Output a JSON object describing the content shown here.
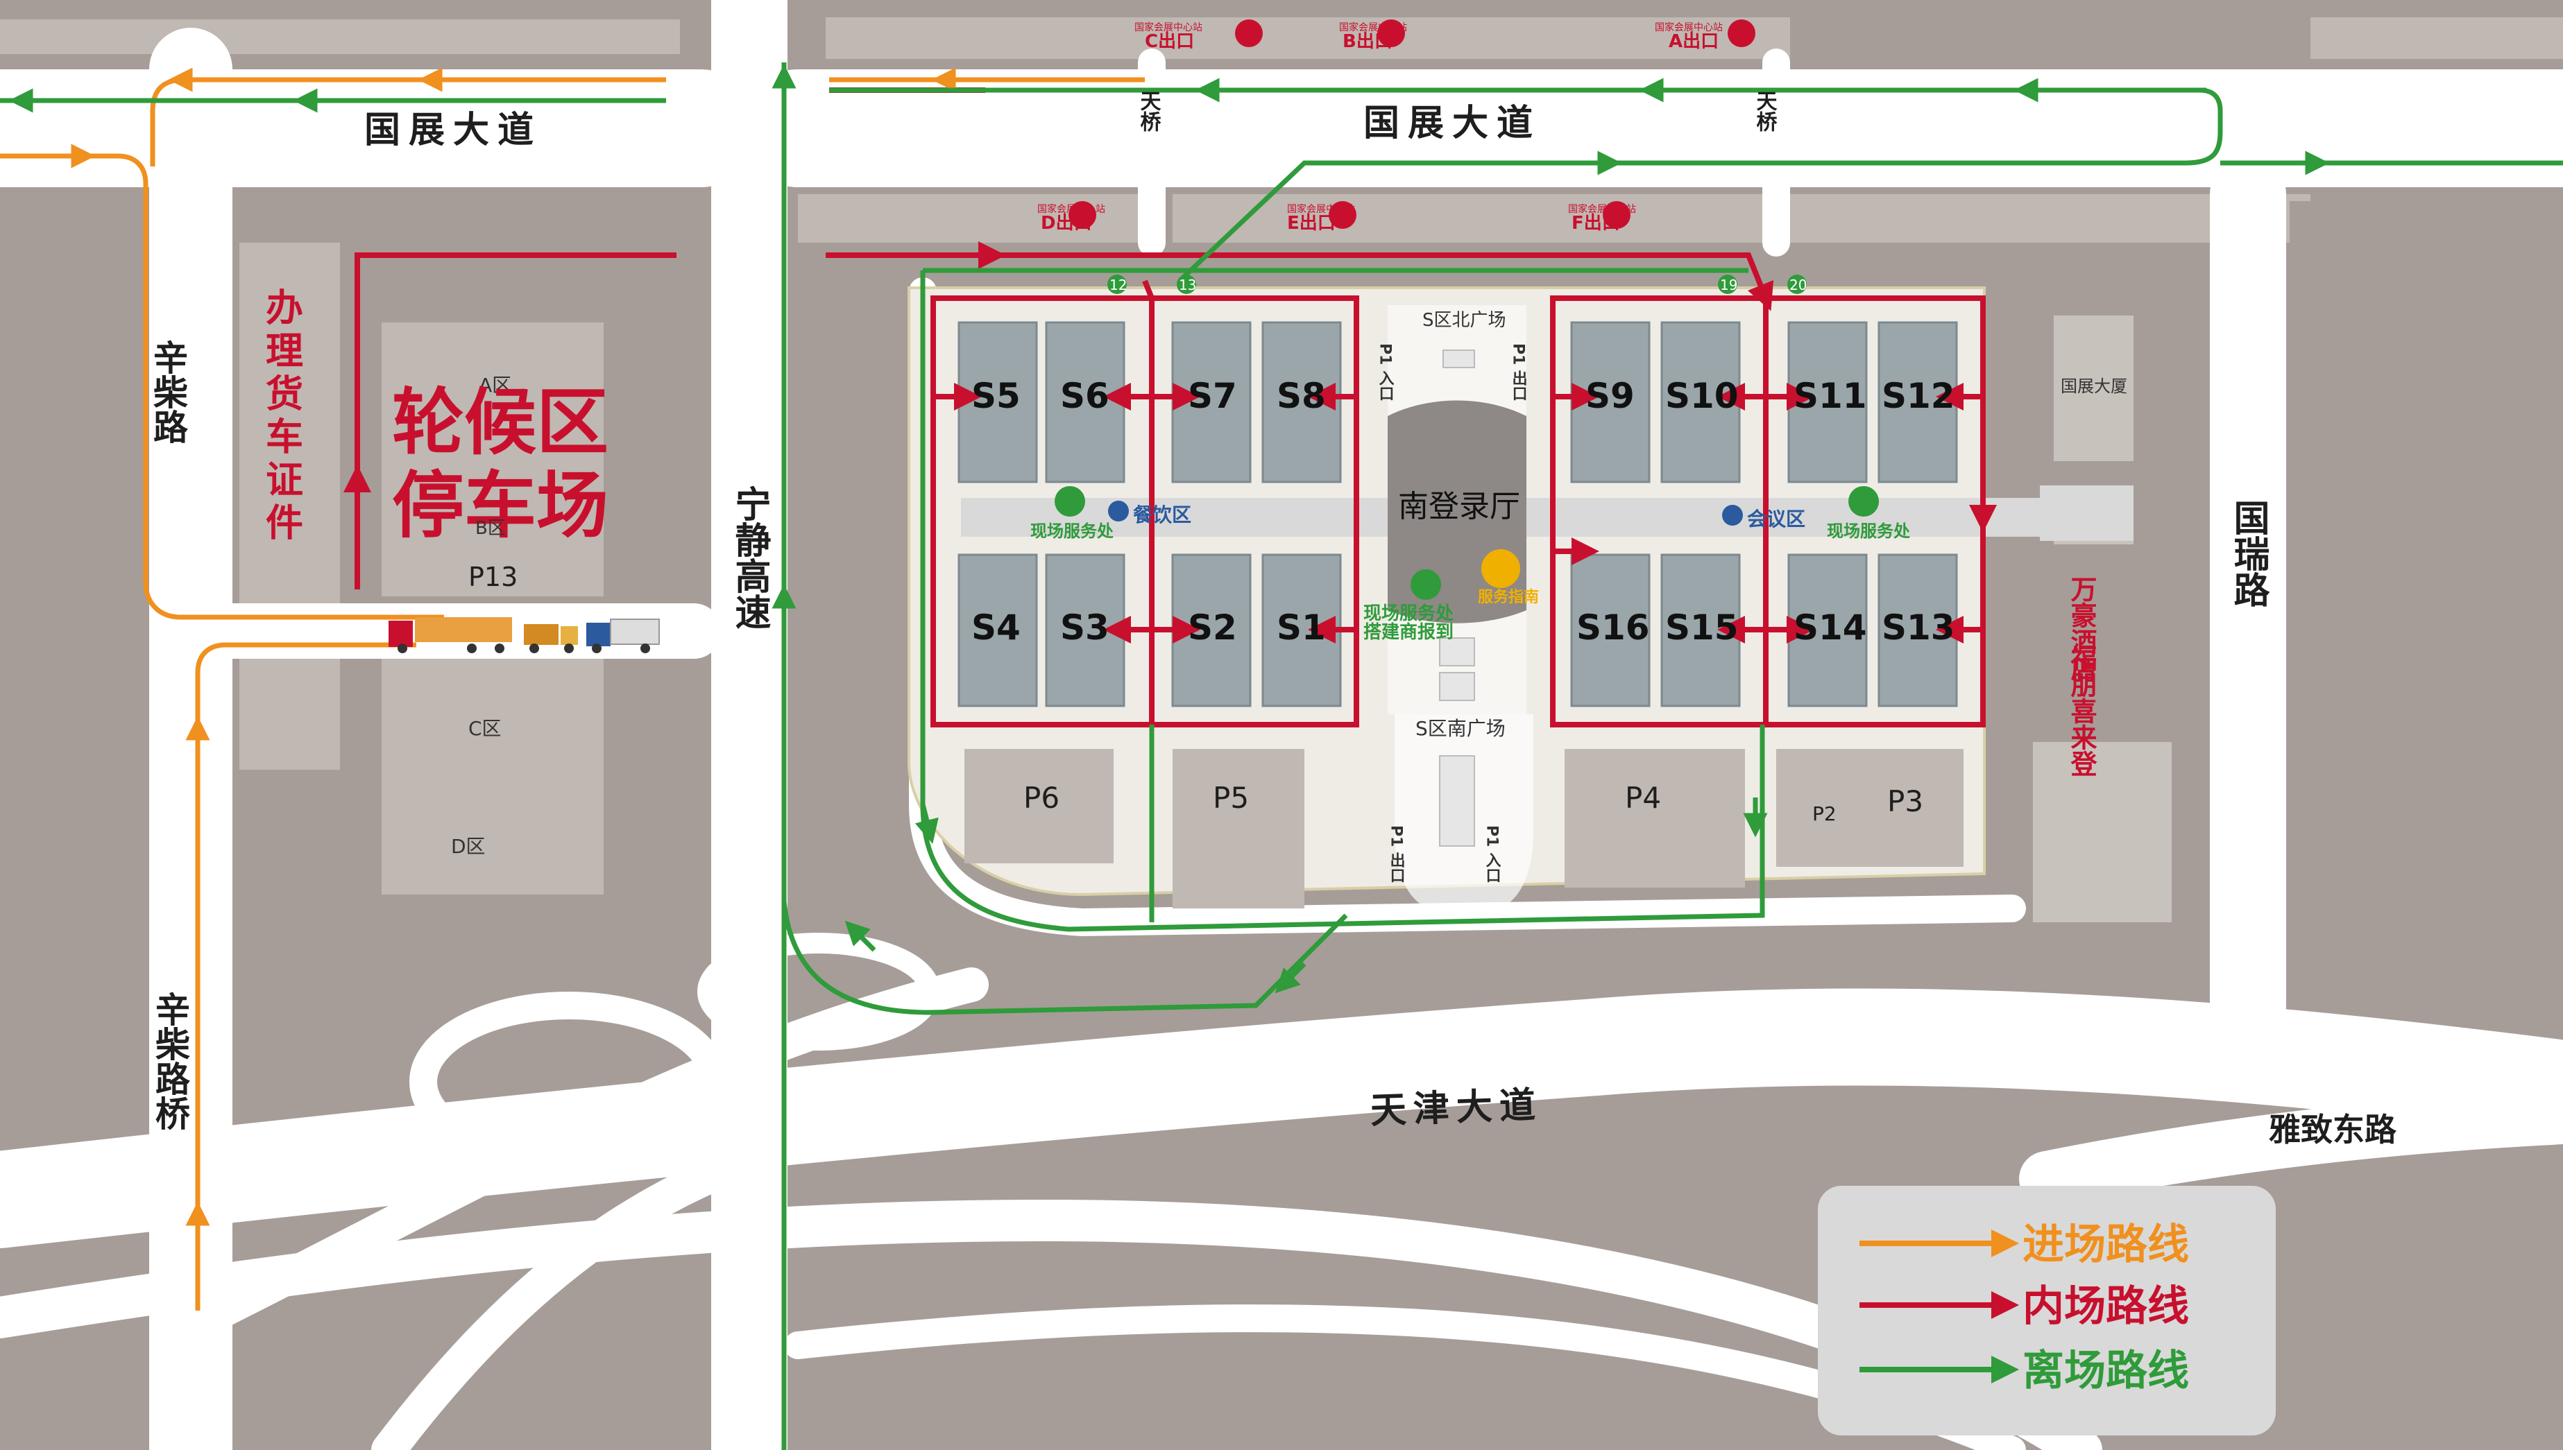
{
  "colors": {
    "ground": "#a69d98",
    "road": "#ffffff",
    "block": "#c0b8b2",
    "hall": "#9aa6aa",
    "hallStroke": "#7c8a90",
    "entry": "#f0901e",
    "inner": "#c8102e",
    "exit": "#2f9b3a",
    "title": "#c8102e",
    "metro": "#c8102e",
    "dark": "#1e1e1e"
  },
  "roads": {
    "guozhan_west": "国展大道",
    "guozhan_east": "国展大道",
    "xinchai_road": "辛柴路",
    "xinchai_bridge": "辛柴路桥",
    "ningjing": "宁静高速",
    "guorui": "国瑞路",
    "tianjin_avenue": "天津大道",
    "yazhi_east": "雅致东路",
    "tianqiao_left": "天桥",
    "tianqiao_right": "天桥"
  },
  "metro_exits": {
    "c": "C出口",
    "b": "B出口",
    "a": "A出口",
    "d": "D出口",
    "e": "E出口",
    "f": "F出口",
    "caption": "国家会展中心站"
  },
  "west_lot": {
    "permit_vertical": "办理货车证件",
    "title_line1": "轮候区",
    "title_line2": "停车场",
    "zone_a": "A区",
    "zone_b": "B区",
    "p13": "P13",
    "zone_c": "C区",
    "zone_d": "D区"
  },
  "halls": {
    "s5": "S5",
    "s6": "S6",
    "s7": "S7",
    "s8": "S8",
    "s4": "S4",
    "s3": "S3",
    "s2": "S2",
    "s1": "S1",
    "s9": "S9",
    "s10": "S10",
    "s11": "S11",
    "s12": "S12",
    "s16": "S16",
    "s15": "S15",
    "s14": "S14",
    "s13": "S13"
  },
  "gates": {
    "g12": "12",
    "g13": "13",
    "g19": "19",
    "g20": "20"
  },
  "center": {
    "north_plaza": "S区北广场",
    "south_plaza": "S区南广场",
    "registration": "南登录厅",
    "p1_entry_left": "P1 入口",
    "p1_exit_right": "P1 出口",
    "p1_exit_bottom": "P1 出口",
    "p1_entry_bottom": "P1 入口",
    "service_center": "现场服务处",
    "service_center_sub": "搭建商报到",
    "info": "服务指南"
  },
  "corridor": {
    "dining": "餐饮区",
    "conference": "会议区",
    "service_left": "现场服务处",
    "service_right": "现场服务处"
  },
  "parking": {
    "p6": "P6",
    "p5": "P5",
    "p4": "P4",
    "p3": "P3",
    "p2": "P2"
  },
  "east": {
    "guozhan_building": "国展大厦",
    "wanjing_hotel": "万豪酒店",
    "fupeng": "福朋喜来登"
  },
  "legend": {
    "entry": "进场路线",
    "inner": "内场路线",
    "exit": "离场路线"
  }
}
